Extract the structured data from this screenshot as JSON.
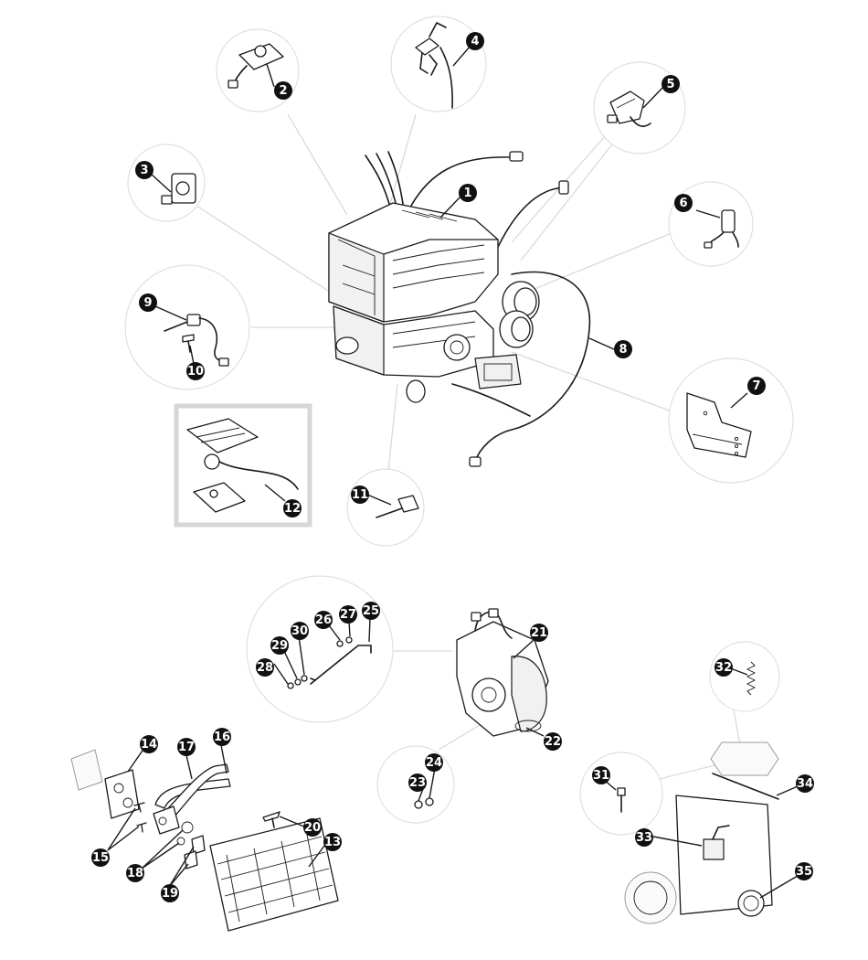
{
  "callouts": [
    {
      "id": "c1",
      "label": "1"
    },
    {
      "id": "c2",
      "label": "2"
    },
    {
      "id": "c3",
      "label": "3"
    },
    {
      "id": "c4",
      "label": "4"
    },
    {
      "id": "c5",
      "label": "5"
    },
    {
      "id": "c6",
      "label": "6"
    },
    {
      "id": "c7",
      "label": "7"
    },
    {
      "id": "c8",
      "label": "8"
    },
    {
      "id": "c9",
      "label": "9"
    },
    {
      "id": "c10",
      "label": "10"
    },
    {
      "id": "c11",
      "label": "11"
    },
    {
      "id": "c12",
      "label": "12"
    },
    {
      "id": "c13",
      "label": "13"
    },
    {
      "id": "c14",
      "label": "14"
    },
    {
      "id": "c15",
      "label": "15"
    },
    {
      "id": "c16",
      "label": "16"
    },
    {
      "id": "c17",
      "label": "17"
    },
    {
      "id": "c18",
      "label": "18"
    },
    {
      "id": "c19",
      "label": "19"
    },
    {
      "id": "c20",
      "label": "20"
    },
    {
      "id": "c21",
      "label": "21"
    },
    {
      "id": "c22",
      "label": "22"
    },
    {
      "id": "c23",
      "label": "23"
    },
    {
      "id": "c24",
      "label": "24"
    },
    {
      "id": "c25",
      "label": "25"
    },
    {
      "id": "c26",
      "label": "26"
    },
    {
      "id": "c27",
      "label": "27"
    },
    {
      "id": "c28",
      "label": "28"
    },
    {
      "id": "c29",
      "label": "29"
    },
    {
      "id": "c30",
      "label": "30"
    },
    {
      "id": "c31",
      "label": "31"
    },
    {
      "id": "c32",
      "label": "32"
    },
    {
      "id": "c33",
      "label": "33"
    },
    {
      "id": "c34",
      "label": "34"
    },
    {
      "id": "c35",
      "label": "35"
    }
  ],
  "colors": {
    "callout_fill": "#111111",
    "callout_text": "#ffffff",
    "detail_circle_stroke": "#e0e0e0",
    "leader_line": "#dadada",
    "inset_box": "#d6d6d6",
    "line_art": "#1a1a1a"
  }
}
